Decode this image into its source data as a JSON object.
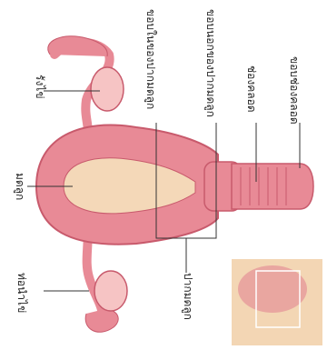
{
  "labels": {
    "ovary": "รังไข่",
    "uterus": "มดลูก",
    "fallopian_tube": "ท่อนำไข่",
    "internal_os": "ขอบในของปากมดลูก",
    "external_os": "ขอบนอกของปากมดลูก",
    "vagina": "ช่องคลอด",
    "vaginal_opening": "ขอบช่องคลอด",
    "cervix": "ปากมดลูก"
  },
  "colors": {
    "tissue": "#e88a96",
    "tissue_dark": "#c85a6c",
    "tissue_light": "#f6c4c4",
    "lining": "#f4d8b8",
    "line": "#333333"
  }
}
